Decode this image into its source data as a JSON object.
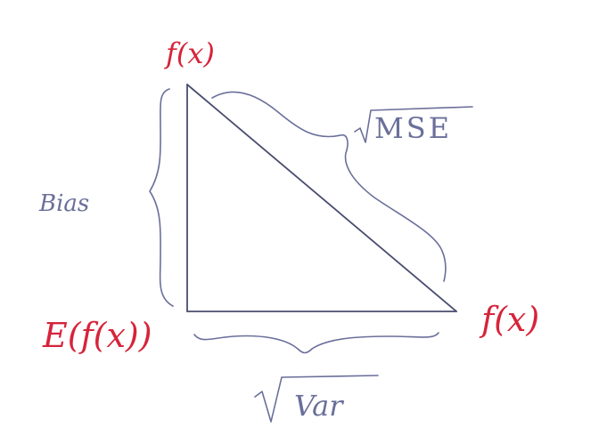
{
  "labels": {
    "top_vertex": "f(x)",
    "right_vertex": "f(x)",
    "bottom_left_vertex": "E(f(x))",
    "left_side": "Bias",
    "hypotenuse": "MSE",
    "bottom_side": "Var"
  },
  "colors": {
    "vertex_labels": "#d6243a",
    "side_labels": "#6a6f9a",
    "triangle_stroke": "#4a4d6e",
    "brace_stroke": "#6a6f9a"
  }
}
